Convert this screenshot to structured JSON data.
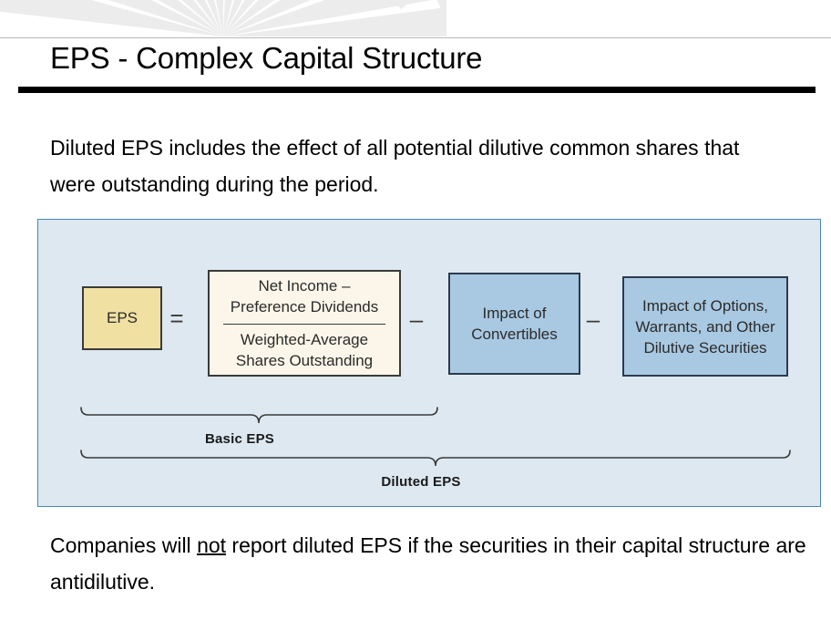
{
  "slide": {
    "title": "EPS - Complex Capital Structure",
    "intro_paragraph": "Diluted EPS includes the effect of all potential dilutive common shares that were outstanding during the period.",
    "closing_paragraph_part1": "Companies will ",
    "closing_paragraph_emphasis": "not",
    "closing_paragraph_part2": " report diluted EPS if the securities in their capital structure are antidilutive."
  },
  "diagram": {
    "eps_box": {
      "label": "EPS"
    },
    "operators": {
      "equals": "=",
      "minus_1": "–",
      "minus_2": "–"
    },
    "formula_box": {
      "numerator_line1": "Net Income –",
      "numerator_line2": "Preference Dividends",
      "denominator_line1": "Weighted-Average",
      "denominator_line2": "Shares Outstanding"
    },
    "convertibles_box": {
      "line1": "Impact of",
      "line2": "Convertibles"
    },
    "options_box": {
      "line1": "Impact of Options,",
      "line2": "Warrants, and Other",
      "line3": "Dilutive Securities"
    },
    "braces": {
      "basic_label": "Basic EPS",
      "diluted_label": "Diluted EPS"
    }
  },
  "colors": {
    "panel_background": "#dde8f1",
    "panel_border": "#4a87b3",
    "eps_box_fill": "#f0e1a2",
    "formula_box_fill": "#fbf6e9",
    "blue_box_fill": "#a9c9e2",
    "blue_box_border": "#2b3b4e",
    "box_shadow": "#a9aeb3",
    "title_bar": "#000000",
    "watermark": "#ececec"
  }
}
